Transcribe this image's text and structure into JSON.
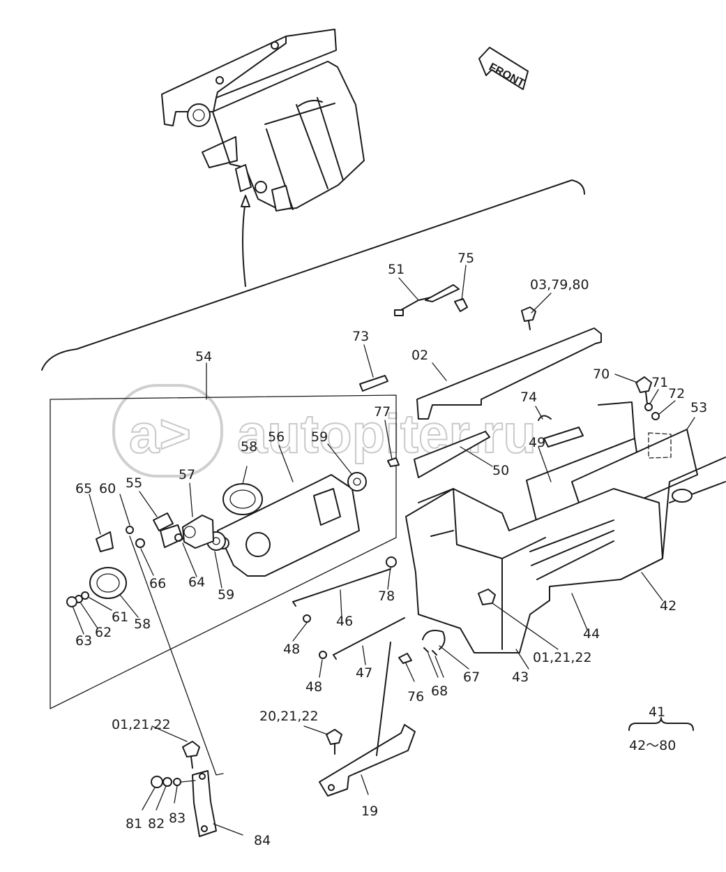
{
  "watermark": {
    "text": "autopiter.ru"
  },
  "front_label": "FRONT",
  "group_caption": {
    "top": "41",
    "bottom": "42～80"
  },
  "callouts": [
    {
      "id": "c51",
      "text": "51"
    },
    {
      "id": "c75",
      "text": "75"
    },
    {
      "id": "c03_79_80",
      "text": "03,79,80"
    },
    {
      "id": "c73",
      "text": "73"
    },
    {
      "id": "c02",
      "text": "02"
    },
    {
      "id": "c54",
      "text": "54"
    },
    {
      "id": "c70",
      "text": "70"
    },
    {
      "id": "c71",
      "text": "71"
    },
    {
      "id": "c72",
      "text": "72"
    },
    {
      "id": "c53",
      "text": "53"
    },
    {
      "id": "c77",
      "text": "77"
    },
    {
      "id": "c74",
      "text": "74"
    },
    {
      "id": "c49",
      "text": "49"
    },
    {
      "id": "c50",
      "text": "50"
    },
    {
      "id": "c58a",
      "text": "58"
    },
    {
      "id": "c56",
      "text": "56"
    },
    {
      "id": "c59a",
      "text": "59"
    },
    {
      "id": "c57",
      "text": "57"
    },
    {
      "id": "c65",
      "text": "65"
    },
    {
      "id": "c60",
      "text": "60"
    },
    {
      "id": "c55",
      "text": "55"
    },
    {
      "id": "c66",
      "text": "66"
    },
    {
      "id": "c64",
      "text": "64"
    },
    {
      "id": "c59b",
      "text": "59"
    },
    {
      "id": "c78",
      "text": "78"
    },
    {
      "id": "c42",
      "text": "42"
    },
    {
      "id": "c61",
      "text": "61"
    },
    {
      "id": "c58b",
      "text": "58"
    },
    {
      "id": "c63",
      "text": "63"
    },
    {
      "id": "c62",
      "text": "62"
    },
    {
      "id": "c46",
      "text": "46"
    },
    {
      "id": "c44",
      "text": "44"
    },
    {
      "id": "c48a",
      "text": "48"
    },
    {
      "id": "c01_21_22a",
      "text": "01,21,22"
    },
    {
      "id": "c43",
      "text": "43"
    },
    {
      "id": "c47",
      "text": "47"
    },
    {
      "id": "c67",
      "text": "67"
    },
    {
      "id": "c48b",
      "text": "48"
    },
    {
      "id": "c76",
      "text": "76"
    },
    {
      "id": "c68",
      "text": "68"
    },
    {
      "id": "c01_21_22b",
      "text": "01,21,22"
    },
    {
      "id": "c20_21_22",
      "text": "20,21,22"
    },
    {
      "id": "c19",
      "text": "19"
    },
    {
      "id": "c81",
      "text": "81"
    },
    {
      "id": "c82",
      "text": "82"
    },
    {
      "id": "c83",
      "text": "83"
    },
    {
      "id": "c84",
      "text": "84"
    }
  ]
}
